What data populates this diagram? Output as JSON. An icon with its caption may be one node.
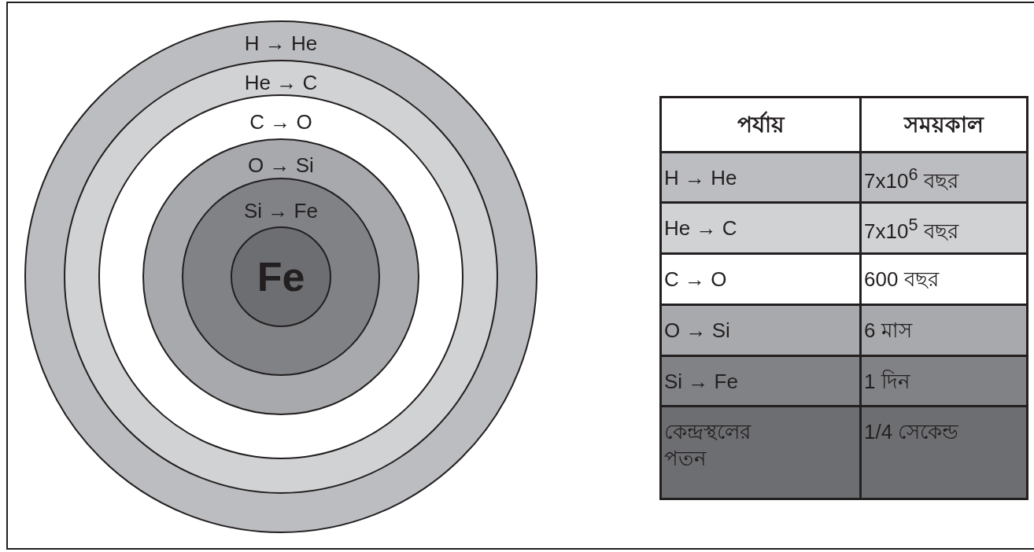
{
  "diagram": {
    "nodes": [
      {
        "text": [
          "H → He"
        ]
      },
      {
        "text": [
          "He → C"
        ],
        "in": 0
      },
      {
        "text": [
          "C → O"
        ],
        "in": 1
      },
      {
        "text": [
          "O → Si"
        ],
        "in": 2
      },
      {
        "text": [
          "Si → Fe"
        ],
        "in": 3
      },
      {
        "text": [
          "Fe"
        ],
        "in": 4
      }
    ],
    "labels": [
      "পর্যায়",
      "সময়কাল",
      "H → He",
      "7x10$^{6}$ বছর",
      "He → C",
      "7x10$^{5}$ বছর",
      "C → O",
      "600 বছর",
      "O → Si",
      "6 মাস",
      "Si → Fe",
      "1 দিন",
      "কেন্দ্রস্থলের পতন",
      "1/4 সেকেন্ড"
    ]
  }
}
